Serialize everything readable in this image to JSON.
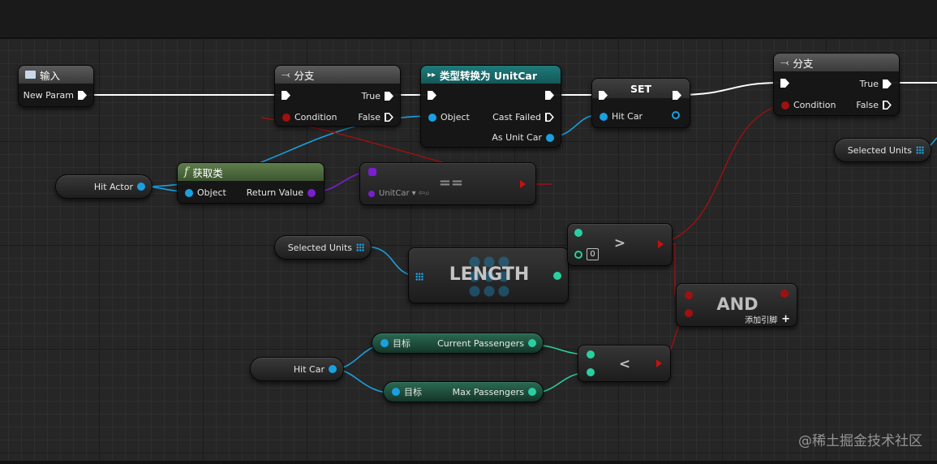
{
  "nodes": {
    "input": {
      "title": "输入",
      "out_label": "New Param"
    },
    "branch1": {
      "title": "分支",
      "condition": "Condition",
      "true_label": "True",
      "false_label": "False"
    },
    "cast": {
      "title": "类型转换为 UnitCar",
      "object": "Object",
      "failed": "Cast Failed",
      "as_unit": "As Unit Car"
    },
    "set": {
      "title": "SET",
      "hit_car": "Hit Car"
    },
    "branch2": {
      "title": "分支",
      "condition": "Condition",
      "true_label": "True",
      "false_label": "False"
    },
    "get_class": {
      "title": "获取类",
      "object": "Object",
      "return": "Return Value"
    },
    "equal": {
      "op": "==",
      "class_value": "UnitCar"
    },
    "length": {
      "op": "LENGTH"
    },
    "greater": {
      "op": ">",
      "value": "0"
    },
    "and": {
      "op": "AND",
      "add_pin": "添加引脚"
    },
    "less": {
      "op": "<"
    },
    "current_pass": {
      "target": "目标",
      "label": "Current Passengers"
    },
    "max_pass": {
      "target": "目标",
      "label": "Max Passengers"
    }
  },
  "vars": {
    "hit_actor": "Hit Actor",
    "selected_units_top": "Selected Units",
    "selected_units": "Selected Units",
    "hit_car": "Hit Car"
  },
  "watermark": "@稀土掘金技术社区",
  "colors": {
    "exec": "#ffffff",
    "object": "#1aa0e0",
    "bool": "#a01010",
    "int": "#28d0a0",
    "class": "#7a1ed0"
  }
}
